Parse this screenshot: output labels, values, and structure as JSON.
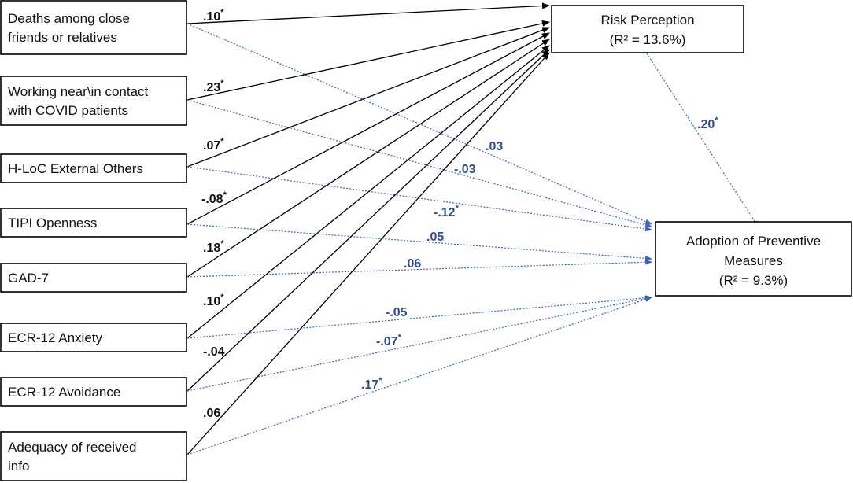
{
  "predictors": [
    {
      "lines": [
        "Deaths among close",
        "friends or relatives"
      ],
      "to_risk": ".10",
      "to_risk_sig": true,
      "to_adoption": ".03",
      "to_adoption_sig": false
    },
    {
      "lines": [
        "Working near\\in contact",
        "with COVID patients"
      ],
      "to_risk": ".23",
      "to_risk_sig": true,
      "to_adoption": "-.03",
      "to_adoption_sig": false
    },
    {
      "lines": [
        "H-LoC External Others"
      ],
      "to_risk": ".07",
      "to_risk_sig": true,
      "to_adoption": "-.12",
      "to_adoption_sig": true
    },
    {
      "lines": [
        "TIPI Openness"
      ],
      "to_risk": "-.08",
      "to_risk_sig": true,
      "to_adoption": ".05",
      "to_adoption_sig": false
    },
    {
      "lines": [
        "GAD-7"
      ],
      "to_risk": ".18",
      "to_risk_sig": true,
      "to_adoption": ".06",
      "to_adoption_sig": false
    },
    {
      "lines": [
        "ECR-12 Anxiety"
      ],
      "to_risk": ".10",
      "to_risk_sig": true,
      "to_adoption": "-.05",
      "to_adoption_sig": false
    },
    {
      "lines": [
        "ECR-12 Avoidance"
      ],
      "to_risk": "-.04",
      "to_risk_sig": false,
      "to_adoption": "-.07",
      "to_adoption_sig": true
    },
    {
      "lines": [
        "Adequacy of received",
        "info"
      ],
      "to_risk": ".06",
      "to_risk_sig": false,
      "to_adoption": ".17",
      "to_adoption_sig": true
    }
  ],
  "risk": {
    "lines": [
      "Risk Perception",
      "(R² = 13.6%)"
    ]
  },
  "adoption": {
    "lines": [
      "Adoption of Preventive",
      "Measures",
      "(R² = 9.3%)"
    ]
  },
  "risk_to_adoption": ".20",
  "risk_to_adoption_sig": true,
  "significance_mark": "*",
  "colors": {
    "solid_path": "#000000",
    "dotted_path": "#3c64b4",
    "blue_label": "#2f4d8f"
  }
}
